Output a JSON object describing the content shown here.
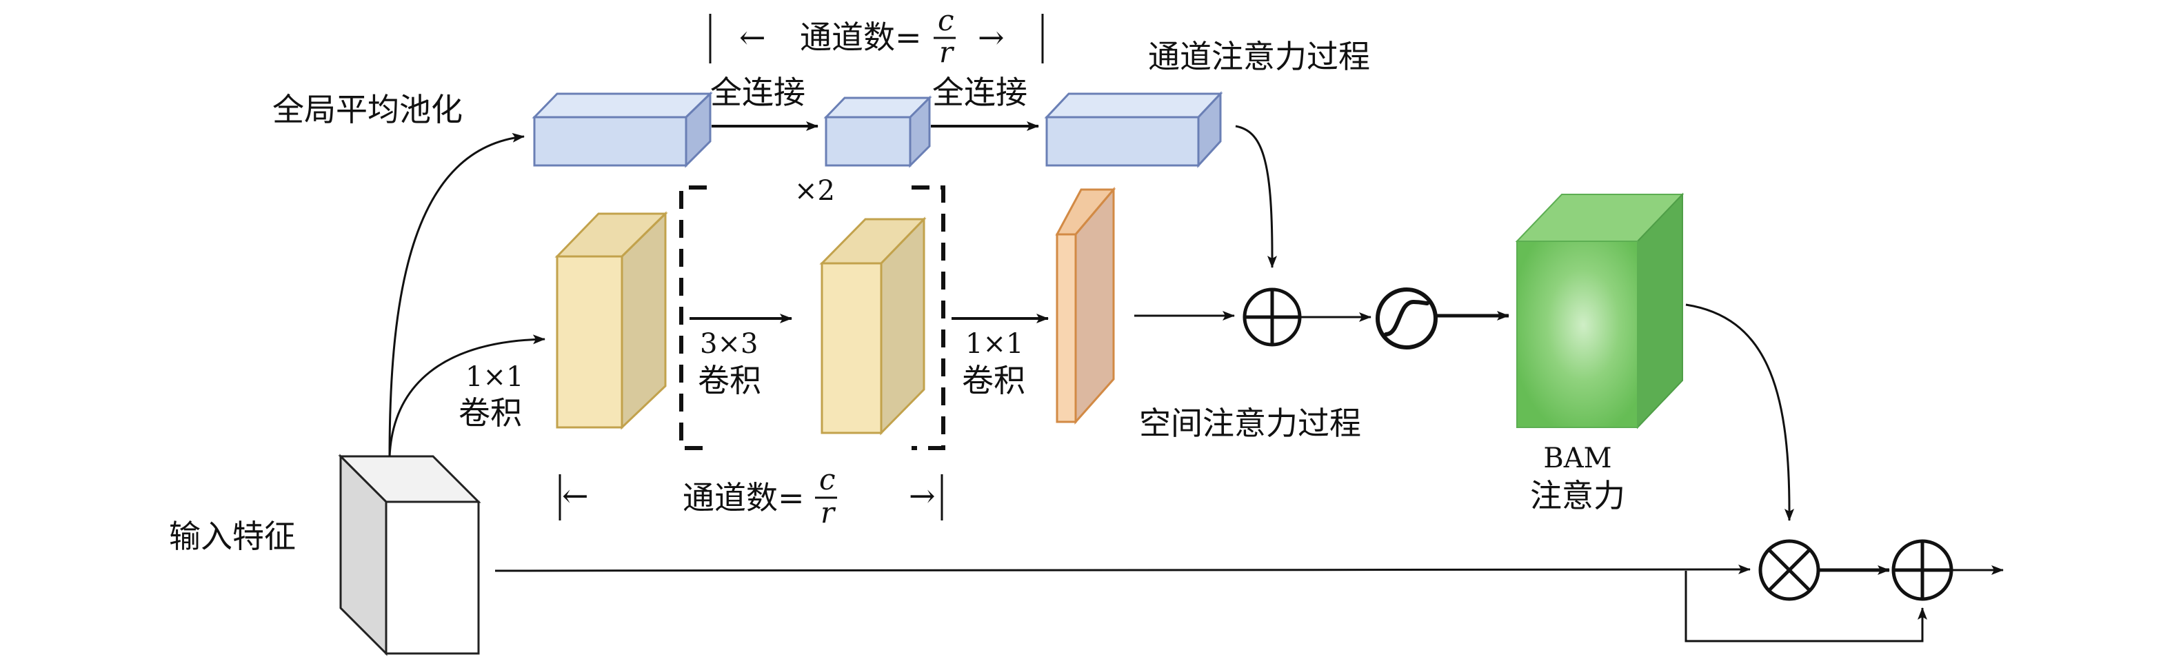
{
  "labels": {
    "global_avg_pool": "全局平均池化",
    "fc1": "全连接",
    "fc2": "全连接",
    "channel_process": "通道注意力过程",
    "spatial_process": "空间注意力过程",
    "input_feature": "输入特征",
    "conv1_size": "1×1",
    "conv1_text": "卷积",
    "conv3_size": "3×3",
    "conv3_text": "卷积",
    "conv_last_size": "1×1",
    "conv_last_text": "卷积",
    "repeat": "×2",
    "bam_name": "BAM",
    "bam_text": "注意力",
    "channel_count_top": "通道数=",
    "channel_count_bottom": "通道数=",
    "frac_num": "c",
    "frac_den": "r",
    "arrow_left": "←",
    "arrow_right": "→"
  },
  "icons": [
    "plus-circle-icon",
    "sigmoid-icon",
    "multiply-circle-icon"
  ],
  "colors": {
    "channel_box_front": "#cfdcf2",
    "channel_box_top": "#dde7f7",
    "channel_box_side": "#a9b9dc",
    "channel_box_stroke": "#6a7fb5",
    "conv_box_front": "#f6e6b7",
    "conv_box_top": "#eddcab",
    "conv_box_side": "#d8c99c",
    "conv_box_stroke": "#c2a24c",
    "conv_last_front": "#f8d5b0",
    "conv_last_side": "#dcb8a0",
    "conv_last_stroke": "#d28a45",
    "bam_front": "#7cc86a",
    "bam_side": "#5cae52",
    "input_stroke": "#222222"
  }
}
